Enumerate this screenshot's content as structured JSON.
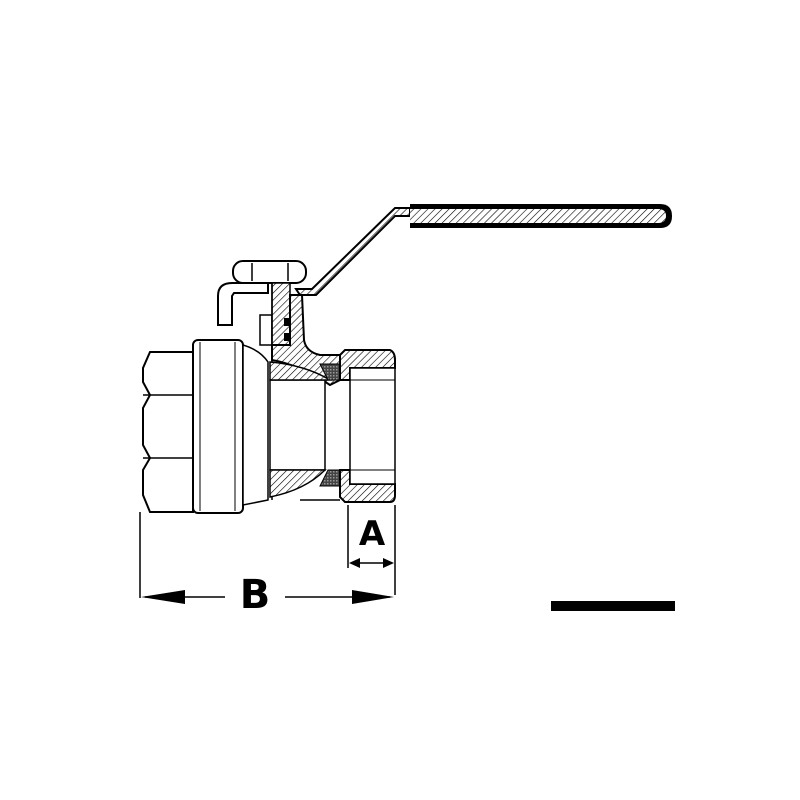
{
  "diagram": {
    "subject": "ball-valve-cross-section",
    "colors": {
      "line": "#000000",
      "background": "#ffffff",
      "hatch": "#000000"
    },
    "dimensions": {
      "a": {
        "label": "A"
      },
      "b": {
        "label": "B"
      }
    },
    "scale_bar": {
      "visible": true
    }
  }
}
